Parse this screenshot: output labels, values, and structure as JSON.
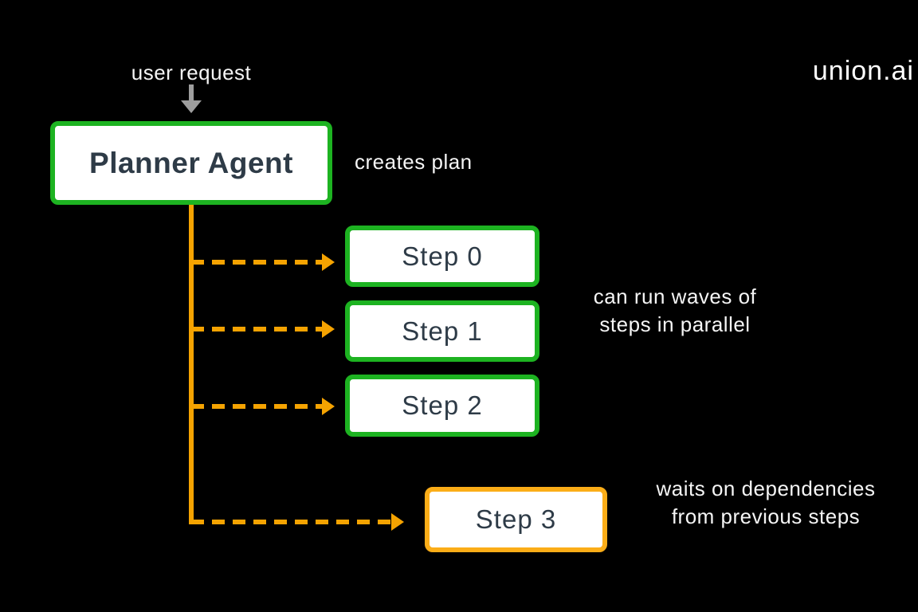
{
  "brand": {
    "logo": "union.ai"
  },
  "colors": {
    "background": "#000000",
    "green": "#1DB321",
    "orange": "#F5A301",
    "orange_border": "#FBAD18",
    "box_bg": "#FFFFFF",
    "box_text": "#2E3B47",
    "note_text": "#F5F5F5",
    "gray_arrow": "#9E9E9E"
  },
  "icons": {
    "user_request_arrow": "down-arrow",
    "step_connector": "dashed-right-arrow"
  },
  "flow": {
    "input_label": "user request",
    "planner_label": "Planner Agent",
    "planner_note": "creates plan",
    "steps": [
      {
        "label": "Step 0",
        "border": "#1DB321"
      },
      {
        "label": "Step 1",
        "border": "#1DB321"
      },
      {
        "label": "Step 2",
        "border": "#1DB321"
      },
      {
        "label": "Step 3",
        "border": "#FBAD18"
      }
    ],
    "parallel_note_line1": "can run waves of",
    "parallel_note_line2": "steps in parallel",
    "waits_note_line1": "waits on dependencies",
    "waits_note_line2": "from previous steps"
  }
}
